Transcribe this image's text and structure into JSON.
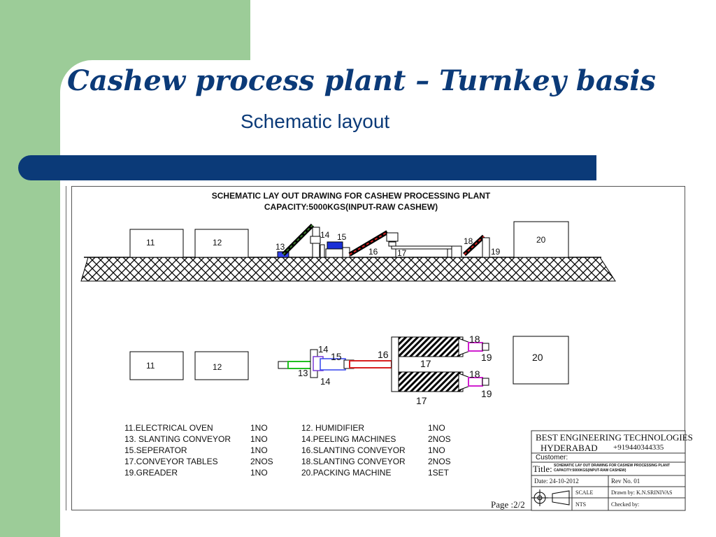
{
  "slide": {
    "title": "Cashew process plant – Turnkey basis",
    "subtitle": "Schematic layout",
    "colors": {
      "title": "#0b3a78",
      "accent_green": "#9ccc98",
      "bar": "#0b3a78"
    }
  },
  "drawing": {
    "heading_line1": "SCHEMATIC LAY OUT DRAWING FOR CASHEW PROCESSING PLANT",
    "heading_line2": "CAPACITY:5000KGS(INPUT-RAW CASHEW)",
    "elevation_labels": {
      "b11": "11",
      "b12": "12",
      "n13": "13",
      "n14": "14",
      "n15": "15",
      "n16": "16",
      "n17": "17",
      "n18": "18",
      "n19": "19",
      "b20": "20"
    },
    "plan_labels": {
      "b11": "11",
      "b12": "12",
      "n13": "13",
      "n14a": "14",
      "n14b": "14",
      "n15": "15",
      "n16": "16",
      "n17a": "17",
      "n17b": "17",
      "n18a": "18",
      "n18b": "18",
      "n19a": "19",
      "n19b": "19",
      "b20": "20"
    },
    "legend": [
      {
        "item": "11.ELECTRICAL OVEN",
        "qty": "1NO",
        "item2": "12. HUMIDIFIER",
        "qty2": "1NO"
      },
      {
        "item": "13. SLANTING CONVEYOR",
        "qty": "1NO",
        "item2": "14.PEELING MACHINES",
        "qty2": "2NOS"
      },
      {
        "item": "15.SEPERATOR",
        "qty": "1NO",
        "item2": "16.SLANTING CONVEYOR",
        "qty2": "1NO"
      },
      {
        "item": "17.CONVEYOR TABLES",
        "qty": "2NOS",
        "item2": "18.SLANTING CONVEYOR",
        "qty2": "2NOS"
      },
      {
        "item": "19.GREADER",
        "qty": "1NO",
        "item2": "20.PACKING MACHINE",
        "qty2": "1SET"
      }
    ],
    "title_block": {
      "company": "BEST ENGINEERING TECHNOLOGIES",
      "city": "HYDERABAD",
      "phone": "+919440344335",
      "customer": "Customer:",
      "title_label": "Title:",
      "title_text1": "SCHEMATIC LAY OUT DRAWING FOR CASHEW PROCESSING PLANT",
      "title_text2": "CAPACITY:5000KGS(INPUT-RAW CASHEW)",
      "date": "Date: 24-10-2012",
      "rev": "Rev No. 01",
      "scale": "SCALE",
      "nts": "NTS",
      "drawn_by": "Drawn by:  K.N.SRINIVAS",
      "checked_by": "Checked  by:"
    },
    "page": "Page :2/2"
  }
}
